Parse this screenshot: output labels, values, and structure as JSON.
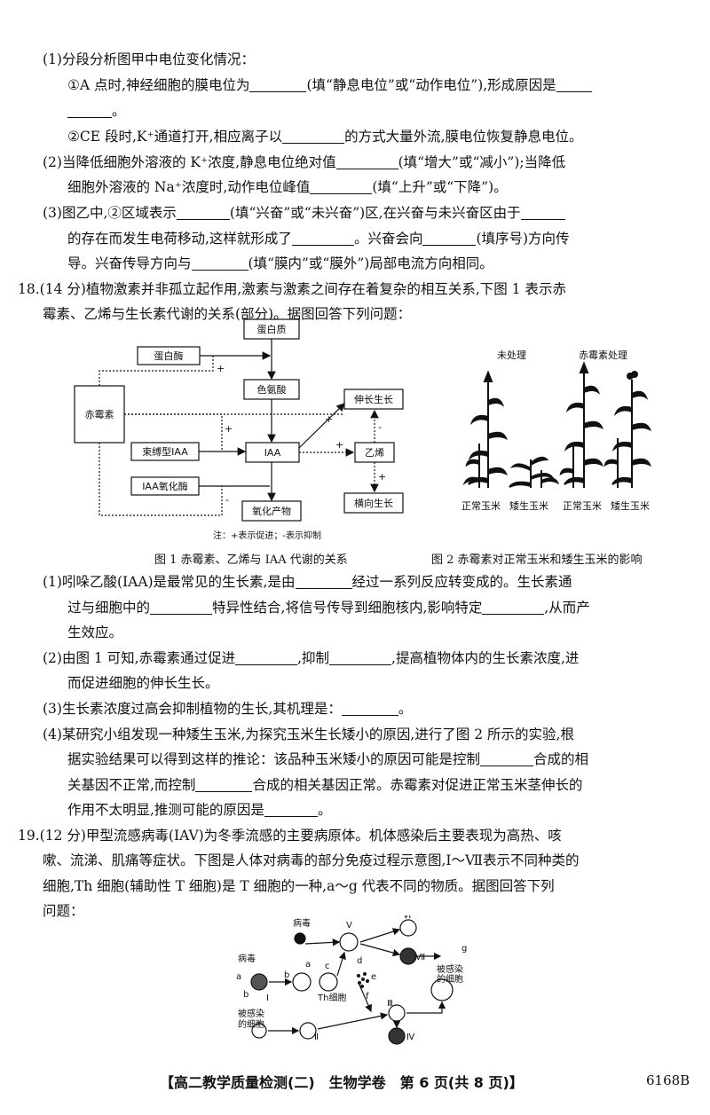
{
  "q17": {
    "p1": "(1)分段分析图甲中电位变化情况：",
    "p1_1a": "①A 点时,神经细胞的膜电位为",
    "p1_1b": "(填“静息电位”或“动作电位”),形成原因是",
    "p1_1c": "。",
    "p1_2a": "②CE 段时,K⁺通道打开,相应离子以",
    "p1_2b": "的方式大量外流,膜电位恢复静息电位。",
    "p2a": "(2)当降低细胞外溶液的 K⁺浓度,静息电位绝对值",
    "p2b": "(填“增大”或“减小”);当降低",
    "p2c": "细胞外溶液的 Na⁺浓度时,动作电位峰值",
    "p2d": "(填“上升”或“下降”)。",
    "p3a": "(3)图乙中,②区域表示",
    "p3b": "(填“兴奋”或“未兴奋”)区,在兴奋与未兴奋区由于",
    "p3c": "的存在而发生电荷移动,这样就形成了",
    "p3d": "。兴奋会向",
    "p3e": "(填序号)方向传",
    "p3f": "导。兴奋传导方向与",
    "p3g": "(填“膜内”或“膜外”)局部电流方向相同。"
  },
  "q18": {
    "intro1": "18.(14 分)植物激素并非孤立起作用,激素与激素之间存在着复杂的相互关系,下图 1 表示赤",
    "intro2": "霉素、乙烯与生长素代谢的关系(部分)。据图回答下列问题：",
    "fig1": {
      "protein": "蛋白质",
      "protease": "蛋白酶",
      "tryptophan": "色氨酸",
      "gibberellin": "赤霉素",
      "elongation": "伸长生长",
      "bound_iaa": "束缚型IAA",
      "iaa": "IAA",
      "ethylene": "乙烯",
      "iaa_oxidase": "IAA氧化酶",
      "oxidation_product": "氧化产物",
      "lateral": "横向生长",
      "plus": "+",
      "minus": "-",
      "note": "注：+表示促进；-表示抑制"
    },
    "fig2": {
      "untreated": "未处理",
      "treated": "赤霉素处理",
      "normal": "正常玉米",
      "dwarf": "矮生玉米"
    },
    "cap1": "图 1 赤霉素、乙烯与 IAA 代谢的关系",
    "cap2": "图 2 赤霉素对正常玉米和矮生玉米的影响",
    "p1a": "(1)吲哚乙酸(IAA)是最常见的生长素,是由",
    "p1b": "经过一系列反应转变成的。生长素通",
    "p1c": "过与细胞中的",
    "p1d": "特异性结合,将信号传导到细胞核内,影响特定",
    "p1e": ",从而产",
    "p1f": "生效应。",
    "p2a": "(2)由图 1 可知,赤霉素通过促进",
    "p2b": ",抑制",
    "p2c": ",提高植物体内的生长素浓度,进",
    "p2d": "而促进细胞的伸长生长。",
    "p3a": "(3)生长素浓度过高会抑制植物的生长,其机理是：",
    "p3b": "。",
    "p4a": "(4)某研究小组发现一种矮生玉米,为探究玉米生长矮小的原因,进行了图 2 所示的实验,根",
    "p4b": "据实验结果可以得到这样的推论：该品种玉米矮小的原因可能是控制",
    "p4c": "合成的相",
    "p4d": "关基因不正常,而控制",
    "p4e": "合成的相关基因正常。赤霉素对促进正常玉米茎伸长的",
    "p4f": "作用不太明显,推测可能的原因是",
    "p4g": "。"
  },
  "q19": {
    "intro1": "19.(12 分)甲型流感病毒(IAV)为冬季流感的主要病原体。机体感染后主要表现为高热、咳",
    "intro2": "嗽、流涕、肌痛等症状。下图是人体对病毒的部分免疫过程示意图,Ⅰ～Ⅶ表示不同种类的",
    "intro3": "细胞,Th 细胞(辅助性 T 细胞)是 T 细胞的一种,a～g 代表不同的物质。据图回答下列",
    "intro4": "问题：",
    "fig": {
      "virus1": "病毒",
      "virus2": "病毒",
      "infected1": "被感染",
      "infected1b": "的细胞",
      "infected2": "被感染",
      "infected2b": "的细胞",
      "th": "Th细胞",
      "I": "Ⅰ",
      "II": "Ⅱ",
      "III": "Ⅲ",
      "IV": "Ⅳ",
      "V": "Ⅴ",
      "VI": "Ⅵ",
      "VII": "Ⅶ",
      "a1": "a",
      "a2": "a",
      "b1": "b",
      "b2": "b",
      "c": "c",
      "d": "d",
      "e": "e",
      "f": "f",
      "g": "g"
    }
  },
  "footer": {
    "text": "【高二教学质量检测(二)　生物学卷　第 6 页(共 8 页)】",
    "code": "6168B"
  }
}
